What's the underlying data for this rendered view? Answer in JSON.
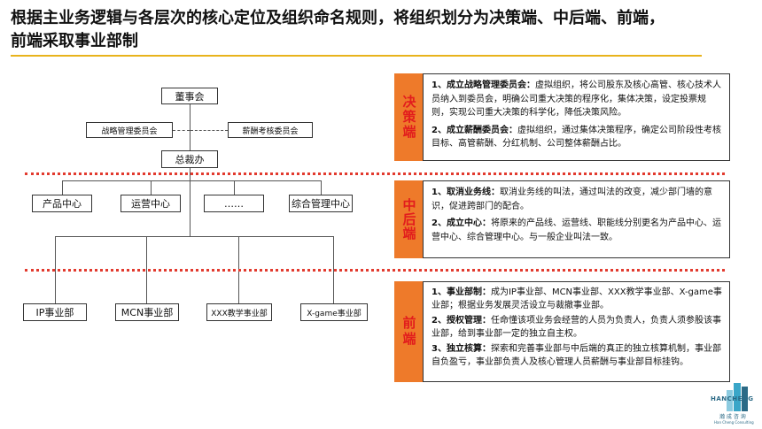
{
  "title": {
    "line1": "根据主业务逻辑与各层次的核心定位及组织命名规则，将组织划分为决策端、中后端、前端，",
    "line2": "前端采取事业部制"
  },
  "org": {
    "board": "董事会",
    "committee_strategy": "战略管理委员会",
    "committee_comp": "薪酬考核委员会",
    "gm_office": "总裁办",
    "centers": [
      "产品中心",
      "运营中心",
      "……",
      "综合管理中心"
    ],
    "divisions": [
      "IP事业部",
      "MCN事业部",
      "XXX教学事业部",
      "X-game事业部"
    ]
  },
  "sections": {
    "decision": {
      "tag": "决策端",
      "items": [
        {
          "head": "1、成立战略管理委员会：",
          "body": "虚拟组织，将公司股东及核心高管、核心技术人员纳入到委员会，明确公司重大决策的程序化，集体决策，设定投票规则，实现公司重大决策的科学化，降低决策风险。"
        },
        {
          "head": "2、成立薪酬委员会：",
          "body": "虚拟组织，通过集体决策程序，确定公司阶段性考核目标、高管薪酬、分红机制、公司整体薪酬占比。"
        }
      ]
    },
    "middle": {
      "tag": "中后端",
      "items": [
        {
          "head": "1、取消业务线：",
          "body": "取消业务线的叫法，通过叫法的改变，减少部门墙的意识，促进跨部门的配合。"
        },
        {
          "head": "2、成立中心：",
          "body": "将原来的产品线、运营线、职能线分别更名为产品中心、运营中心、综合管理中心。与一般企业叫法一致。"
        }
      ]
    },
    "front": {
      "tag": "前端",
      "items": [
        {
          "head": "1、事业部制：",
          "body": "成为IP事业部、MCN事业部、XXX教学事业部、X-game事业部；根据业务发展灵活设立与裁撤事业部。"
        },
        {
          "head": "2、授权管理：",
          "body": "任命懂该项业务会经营的人员为负责人，负责人须参股该事业部，给到事业部一定的独立自主权。"
        },
        {
          "head": "3、独立核算：",
          "body": "探索和完善事业部与中后端的真正的独立核算机制，事业部自负盈亏，事业部负责人及核心管理人员薪酬与事业部目标挂钩。"
        }
      ]
    }
  },
  "logo": {
    "text": "HANCHENG",
    "cn": "瀚 成 咨 询",
    "en": "Han Cheng Consulting"
  }
}
